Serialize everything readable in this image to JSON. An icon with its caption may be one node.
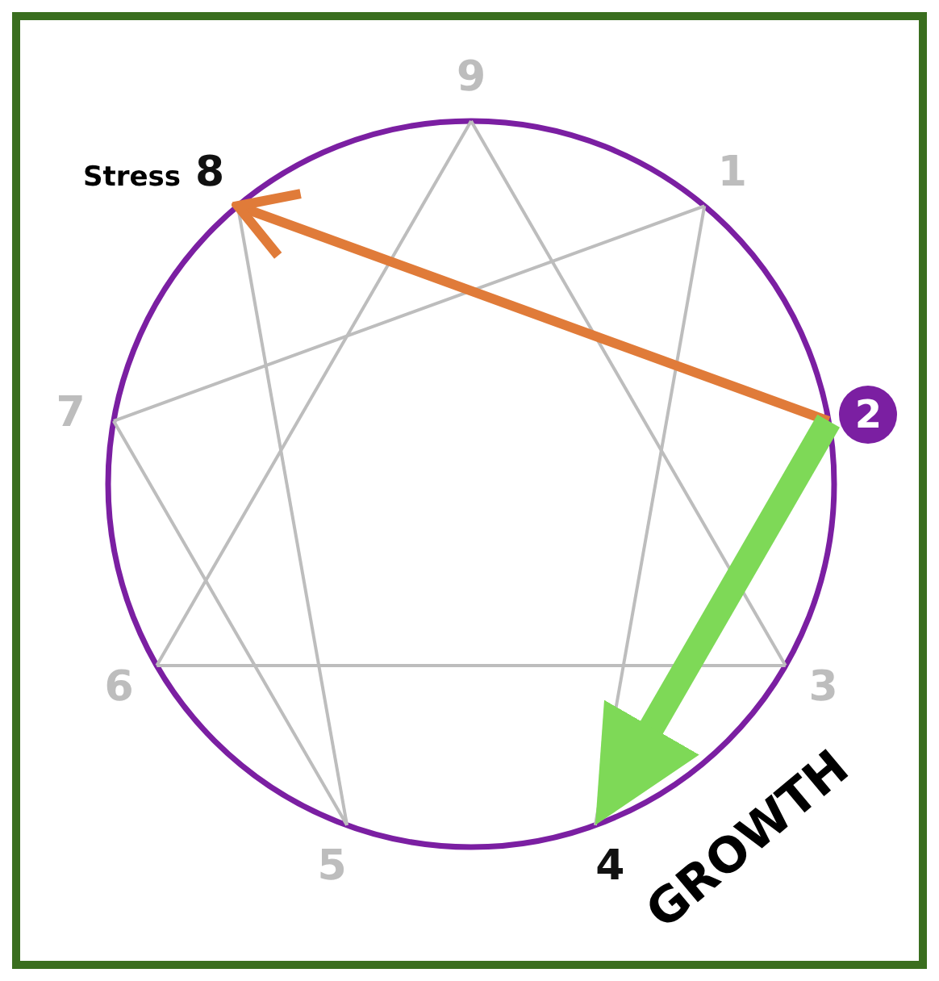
{
  "diagram": {
    "nodes": [
      {
        "text": [
          "9"
        ]
      },
      {
        "text": [
          "8"
        ],
        "beside": [
          "Stress"
        ]
      },
      {
        "text": [
          "1"
        ]
      },
      {
        "text": [
          "7"
        ]
      },
      {
        "text": [
          "2"
        ]
      },
      {
        "text": [
          "6"
        ]
      },
      {
        "text": [
          "3"
        ]
      },
      {
        "text": [
          "5"
        ]
      },
      {
        "text": [
          "4"
        ]
      }
    ],
    "edges": [
      {
        "from": 0,
        "to": 6,
        "arrow": "none"
      },
      {
        "from": 6,
        "to": 5,
        "arrow": "none"
      },
      {
        "from": 5,
        "to": 0,
        "arrow": "none"
      },
      {
        "from": 2,
        "to": 8,
        "arrow": "none"
      },
      {
        "from": 1,
        "to": 7,
        "arrow": "none"
      },
      {
        "from": 7,
        "to": 3,
        "arrow": "none"
      },
      {
        "from": 3,
        "to": 2,
        "arrow": "none"
      },
      {
        "from": 4,
        "to": 1,
        "arrow": "to",
        "style": "thick",
        "color": "#e07b39"
      },
      {
        "from": 4,
        "to": 8,
        "arrow": "to",
        "style": "thick",
        "color": "#7ed957",
        "label": "GROWTH"
      }
    ]
  }
}
